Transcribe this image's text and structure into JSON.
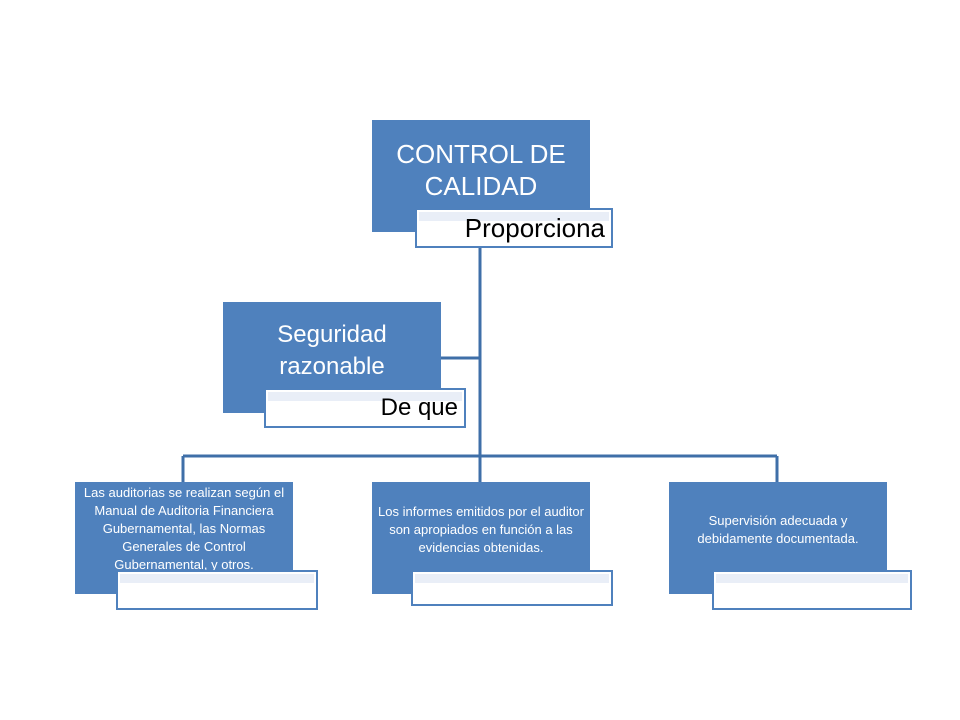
{
  "diagram": {
    "root": {
      "title": "CONTROL DE CALIDAD",
      "tag": "Proporciona"
    },
    "middle": {
      "title": "Seguridad razonable",
      "tag": "De que"
    },
    "children": [
      {
        "text": "Las auditorias se realizan según el Manual de Auditoria Financiera Gubernamental, las Normas Generales de Control Gubernamental, y otros."
      },
      {
        "text": "Los informes emitidos por el auditor son apropiados en función a las evidencias obtenidas."
      },
      {
        "text": "Supervisión adecuada y debidamente documentada."
      }
    ],
    "colors": {
      "box": "#4f81bd",
      "line": "#3f6fa8",
      "tag_fill": "#e9eef7"
    }
  }
}
